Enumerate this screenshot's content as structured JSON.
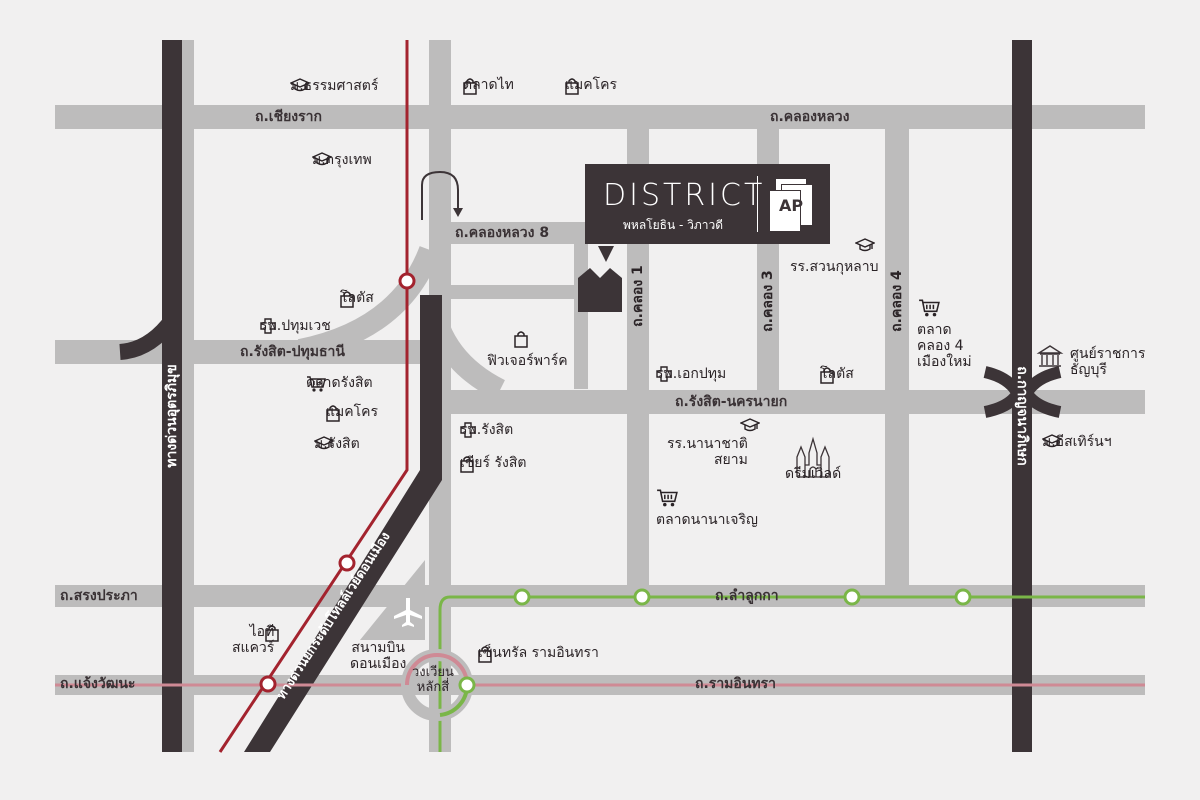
{
  "colors": {
    "background": "#f1f0f0",
    "road": "#bdbcbc",
    "expressway": "#3c3437",
    "red_line": "#a3232e",
    "green_line": "#7ab648",
    "pink_line": "#cf8a95"
  },
  "project": {
    "brand": "DISTRICT",
    "subtitle": "พหลโยธิน - วิภาวดี",
    "developer_logo": "AP"
  },
  "roads": {
    "chiang_rak": "ถ.เชียงราก",
    "khlong_luang": "ถ.คลองหลวง",
    "khlong_luang_8": "ถ.คลองหลวง 8",
    "rangsit_pathum": "ถ.รังสิต-ปทุมธานี",
    "rangsit_nakhon_nayok": "ถ.รังสิต-นครนายก",
    "songprapa": "ถ.สรงประภา",
    "chaeng_watthana": "ถ.แจ้งวัฒนะ",
    "lam_luk_ka": "ถ.ลำลูกกา",
    "ram_intra": "ถ.รามอินทรา",
    "khlong_1": "ถ.คลอง 1",
    "khlong_3": "ถ.คลอง 3",
    "khlong_4": "ถ.คลอง 4",
    "utraphimuk": "ทางด่วนอุตรภิมุข",
    "don_mueang_tollway": "ทางด่วนยกระดับโทลล์เวย์ดอนเมือง",
    "kanchanaphisek": "ถ.กาญจนาภิเษก"
  },
  "places": {
    "thammasat": "ม.ธรรมศาสตร์",
    "talad_thai": "ตลาดไท",
    "makro_1": "แมคโคร",
    "bangkok_u": "ม.กรุงเทพ",
    "lotus_1": "โลตัส",
    "pathumvech": "รพ.ปทุมเวช",
    "talad_rangsit": "ตลาดรังสิต",
    "makro_2": "แมคโคร",
    "rangsit_u": "ม.รังสิต",
    "future_park": "ฟิวเจอร์พาร์ค",
    "ekpathum": "รพ.เอกปทุม",
    "suankularb": "รร.สวนกุหลาบ",
    "lotus_2": "โลตัส",
    "talad_klong4": "ตลาด\nคลอง 4\nเมืองใหม่",
    "govt_center": "ศูนย์ราชการ\nธัญบุรี",
    "rangsit_hosp": "รพ.รังสิต",
    "cheer_rangsit": "เชียร์ รังสิต",
    "nanachat": "รร.นานาชาติ\nสยาม",
    "dreamworld": "ดรีมเวิลด์",
    "talad_nana": "ตลาดนานาเจริญ",
    "eastern_u": "ม.อีสเทิร์นฯ",
    "it_square": "ไอที\nสแควร์",
    "airport": "สนามบิน\nดอนเมือง",
    "central_ramintra": "เซ็นทรัล รามอินทรา",
    "lak_si_circle": "วงเวียน\nหลักสี่"
  }
}
